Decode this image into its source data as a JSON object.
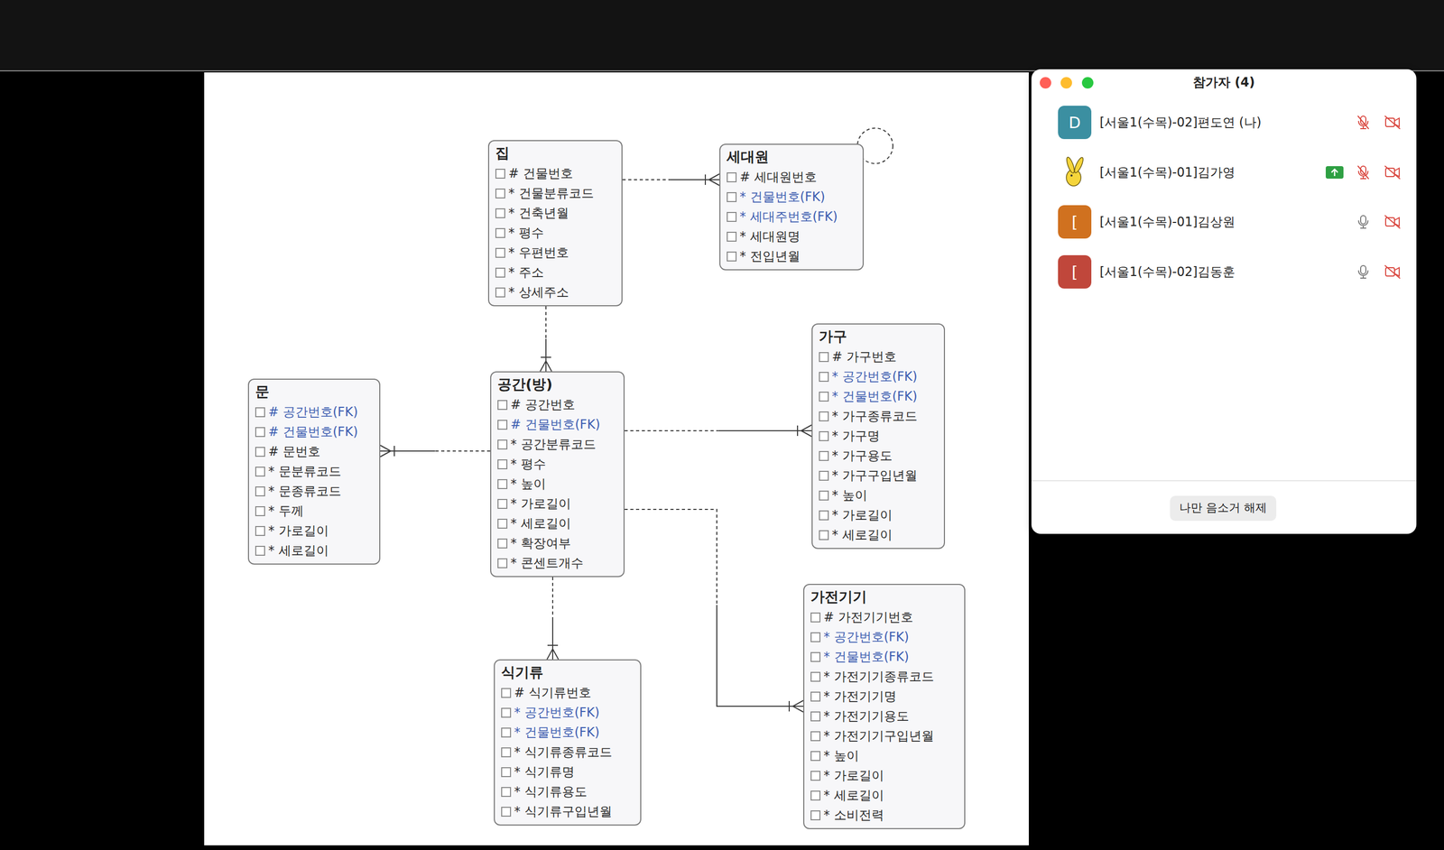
{
  "diagram": {
    "nodes": [
      {
        "text": [
          "집",
          "# 건물번호",
          "* 건물분류코드",
          "* 건축년월",
          "* 평수",
          "* 우편번호",
          "* 주소",
          "* 상세주소"
        ]
      },
      {
        "text": [
          "세대원",
          "# 세대원번호",
          "* 건물번호(FK)",
          "* 세대주번호(FK)",
          "* 세대원명",
          "* 전입년월"
        ]
      },
      {
        "text": [
          "가구",
          "# 가구번호",
          "* 공간번호(FK)",
          "* 건물번호(FK)",
          "* 가구종류코드",
          "* 가구명",
          "* 가구용도",
          "* 가구구입년월",
          "* 높이",
          "* 가로길이",
          "* 세로길이"
        ]
      },
      {
        "text": [
          "문",
          "# 공간번호(FK)",
          "# 건물번호(FK)",
          "# 문번호",
          "* 문분류코드",
          "* 문종류코드",
          "* 두께",
          "* 가로길이",
          "* 세로길이"
        ]
      },
      {
        "text": [
          "공간(방)",
          "# 공간번호",
          "# 건물번호(FK)",
          "* 공간분류코드",
          "* 평수",
          "* 높이",
          "* 가로길이",
          "* 세로길이",
          "* 확장여부",
          "* 콘센트개수"
        ]
      },
      {
        "text": [
          "식기류",
          "# 식기류번호",
          "* 공간번호(FK)",
          "* 건물번호(FK)",
          "* 식기류종류코드",
          "* 식기류명",
          "* 식기류용도",
          "* 식기류구입년월"
        ]
      },
      {
        "text": [
          "가전기기",
          "# 가전기기번호",
          "* 공간번호(FK)",
          "* 건물번호(FK)",
          "* 가전기기종류코드",
          "* 가전기기명",
          "* 가전기기용도",
          "* 가전기기구입년월",
          "* 높이",
          "* 가로길이",
          "* 세로길이",
          "* 소비전력"
        ]
      },
      {
        "text": [
          "참가자 (4)"
        ]
      },
      {
        "text": [
          "D"
        ],
        "in": 7
      },
      {
        "text": [
          "["
        ],
        "in": 7
      },
      {
        "text": [
          "["
        ],
        "in": 7
      },
      {
        "text": [
          "나만 음소거 해제"
        ],
        "in": 7
      }
    ],
    "edges": [
      {
        "from": 0,
        "to": 1,
        "arrow": "to"
      },
      {
        "from": 1,
        "to": 1,
        "arrow": "none"
      },
      {
        "from": 0,
        "to": 4,
        "arrow": "to"
      },
      {
        "from": 4,
        "to": 3,
        "arrow": "to"
      },
      {
        "from": 4,
        "to": 2,
        "arrow": "to"
      },
      {
        "from": 4,
        "to": 5,
        "arrow": "to"
      },
      {
        "from": 4,
        "to": 6,
        "arrow": "to"
      }
    ],
    "labels": [
      "[서울1(수목)-02]편도연 (나)",
      "[서울1(수목)-01]김가영",
      "[서울1(수목)-01]김상원",
      "[서울1(수목)-02]김동훈"
    ]
  }
}
